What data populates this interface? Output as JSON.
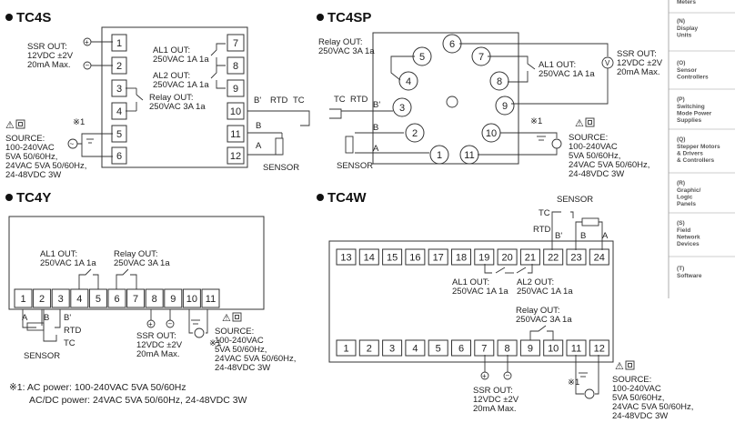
{
  "sections": {
    "tc4s": {
      "title": "TC4S",
      "ssr_out": [
        "SSR OUT:",
        "12VDC ±2V",
        "20mA Max."
      ],
      "al1_out": [
        "AL1 OUT:",
        "250VAC 1A 1a"
      ],
      "al2_out": [
        "AL2 OUT:",
        "250VAC 1A 1a"
      ],
      "relay_out": [
        "Relay OUT:",
        "250VAC 3A 1a"
      ],
      "source": [
        "SOURCE:",
        "100-240VAC",
        "5VA 50/60Hz,",
        "24VAC 5VA 50/60Hz,",
        "24-48VDC 3W"
      ],
      "note_mark": "※1",
      "b_prime": "B'",
      "rtd": "RTD",
      "tc": "TC",
      "b": "B",
      "a": "A",
      "sensor": "SENSOR",
      "terminals_left": [
        "1",
        "2",
        "3",
        "4",
        "5",
        "6"
      ],
      "terminals_right": [
        "7",
        "8",
        "9",
        "10",
        "11",
        "12"
      ]
    },
    "tc4sp": {
      "title": "TC4SP",
      "relay_out": [
        "Relay OUT:",
        "250VAC 3A 1a"
      ],
      "al1_out": [
        "AL1 OUT:",
        "250VAC 1A 1a"
      ],
      "ssr_out": [
        "SSR OUT:",
        "12VDC ±2V",
        "20mA Max."
      ],
      "source": [
        "SOURCE:",
        "100-240VAC",
        "5VA 50/60Hz,",
        "24VAC 5VA 50/60Hz,",
        "24-48VDC 3W"
      ],
      "note_mark": "※1",
      "tc": "TC",
      "rtd": "RTD",
      "b_prime": "B'",
      "b": "B",
      "a": "A",
      "sensor": "SENSOR",
      "pins": [
        "1",
        "2",
        "3",
        "4",
        "5",
        "6",
        "7",
        "8",
        "9",
        "10",
        "11"
      ]
    },
    "tc4y": {
      "title": "TC4Y",
      "al1_out": [
        "AL1 OUT:",
        "250VAC 1A 1a"
      ],
      "relay_out": [
        "Relay OUT:",
        "250VAC 3A 1a"
      ],
      "ssr_out": [
        "SSR OUT:",
        "12VDC ±2V",
        "20mA Max."
      ],
      "source": [
        "SOURCE:",
        "100-240VAC",
        "5VA 50/60Hz,",
        "24VAC 5VA 50/60Hz,",
        "24-48VDC 3W"
      ],
      "note_mark": "※1",
      "a": "A",
      "b": "B",
      "b_prime": "B'",
      "rtd": "RTD",
      "tc": "TC",
      "sensor": "SENSOR",
      "terminals": [
        "1",
        "2",
        "3",
        "4",
        "5",
        "6",
        "7",
        "8",
        "9",
        "10",
        "11"
      ]
    },
    "tc4w": {
      "title": "TC4W",
      "sensor": "SENSOR",
      "tc": "TC",
      "rtd": "RTD",
      "b_prime": "B'",
      "b": "B",
      "a": "A",
      "al1_out": [
        "AL1 OUT:",
        "250VAC 1A 1a"
      ],
      "al2_out": [
        "AL2 OUT:",
        "250VAC 1A 1a"
      ],
      "relay_out": [
        "Relay OUT:",
        "250VAC 3A 1a"
      ],
      "ssr_out": [
        "SSR OUT:",
        "12VDC ±2V",
        "20mA Max."
      ],
      "source": [
        "SOURCE:",
        "100-240VAC",
        "5VA 50/60Hz,",
        "24VAC 5VA 50/60Hz,",
        "24-48VDC 3W"
      ],
      "note_mark": "※1",
      "top_terminals": [
        "13",
        "14",
        "15",
        "16",
        "17",
        "18",
        "19",
        "20",
        "21",
        "22",
        "23",
        "24"
      ],
      "bottom_terminals": [
        "1",
        "2",
        "3",
        "4",
        "5",
        "6",
        "7",
        "8",
        "9",
        "10",
        "11",
        "12"
      ]
    }
  },
  "footnote": {
    "line1": "※1: AC power: 100-240VAC 5VA 50/60Hz",
    "line2": "AC/DC power: 24VAC 5VA 50/60Hz, 24-48VDC 3W"
  },
  "sidebar": {
    "items": [
      {
        "code": "",
        "lines": [
          "Meters"
        ]
      },
      {
        "code": "(N)",
        "lines": [
          "Display",
          "Units"
        ]
      },
      {
        "code": "(O)",
        "lines": [
          "Sensor",
          "Controllers"
        ]
      },
      {
        "code": "(P)",
        "lines": [
          "Switching",
          "Mode Power",
          "Supplies"
        ]
      },
      {
        "code": "(Q)",
        "lines": [
          "Stepper Motors",
          "& Drivers",
          "& Controllers"
        ]
      },
      {
        "code": "(R)",
        "lines": [
          "Graphic/",
          "Logic",
          "Panels"
        ]
      },
      {
        "code": "(S)",
        "lines": [
          "Field",
          "Network",
          "Devices"
        ]
      },
      {
        "code": "(T)",
        "lines": [
          "Software"
        ]
      }
    ]
  },
  "colors": {
    "line": "#333333",
    "sidebar_text": "#555555",
    "sidebar_line": "#999999"
  }
}
